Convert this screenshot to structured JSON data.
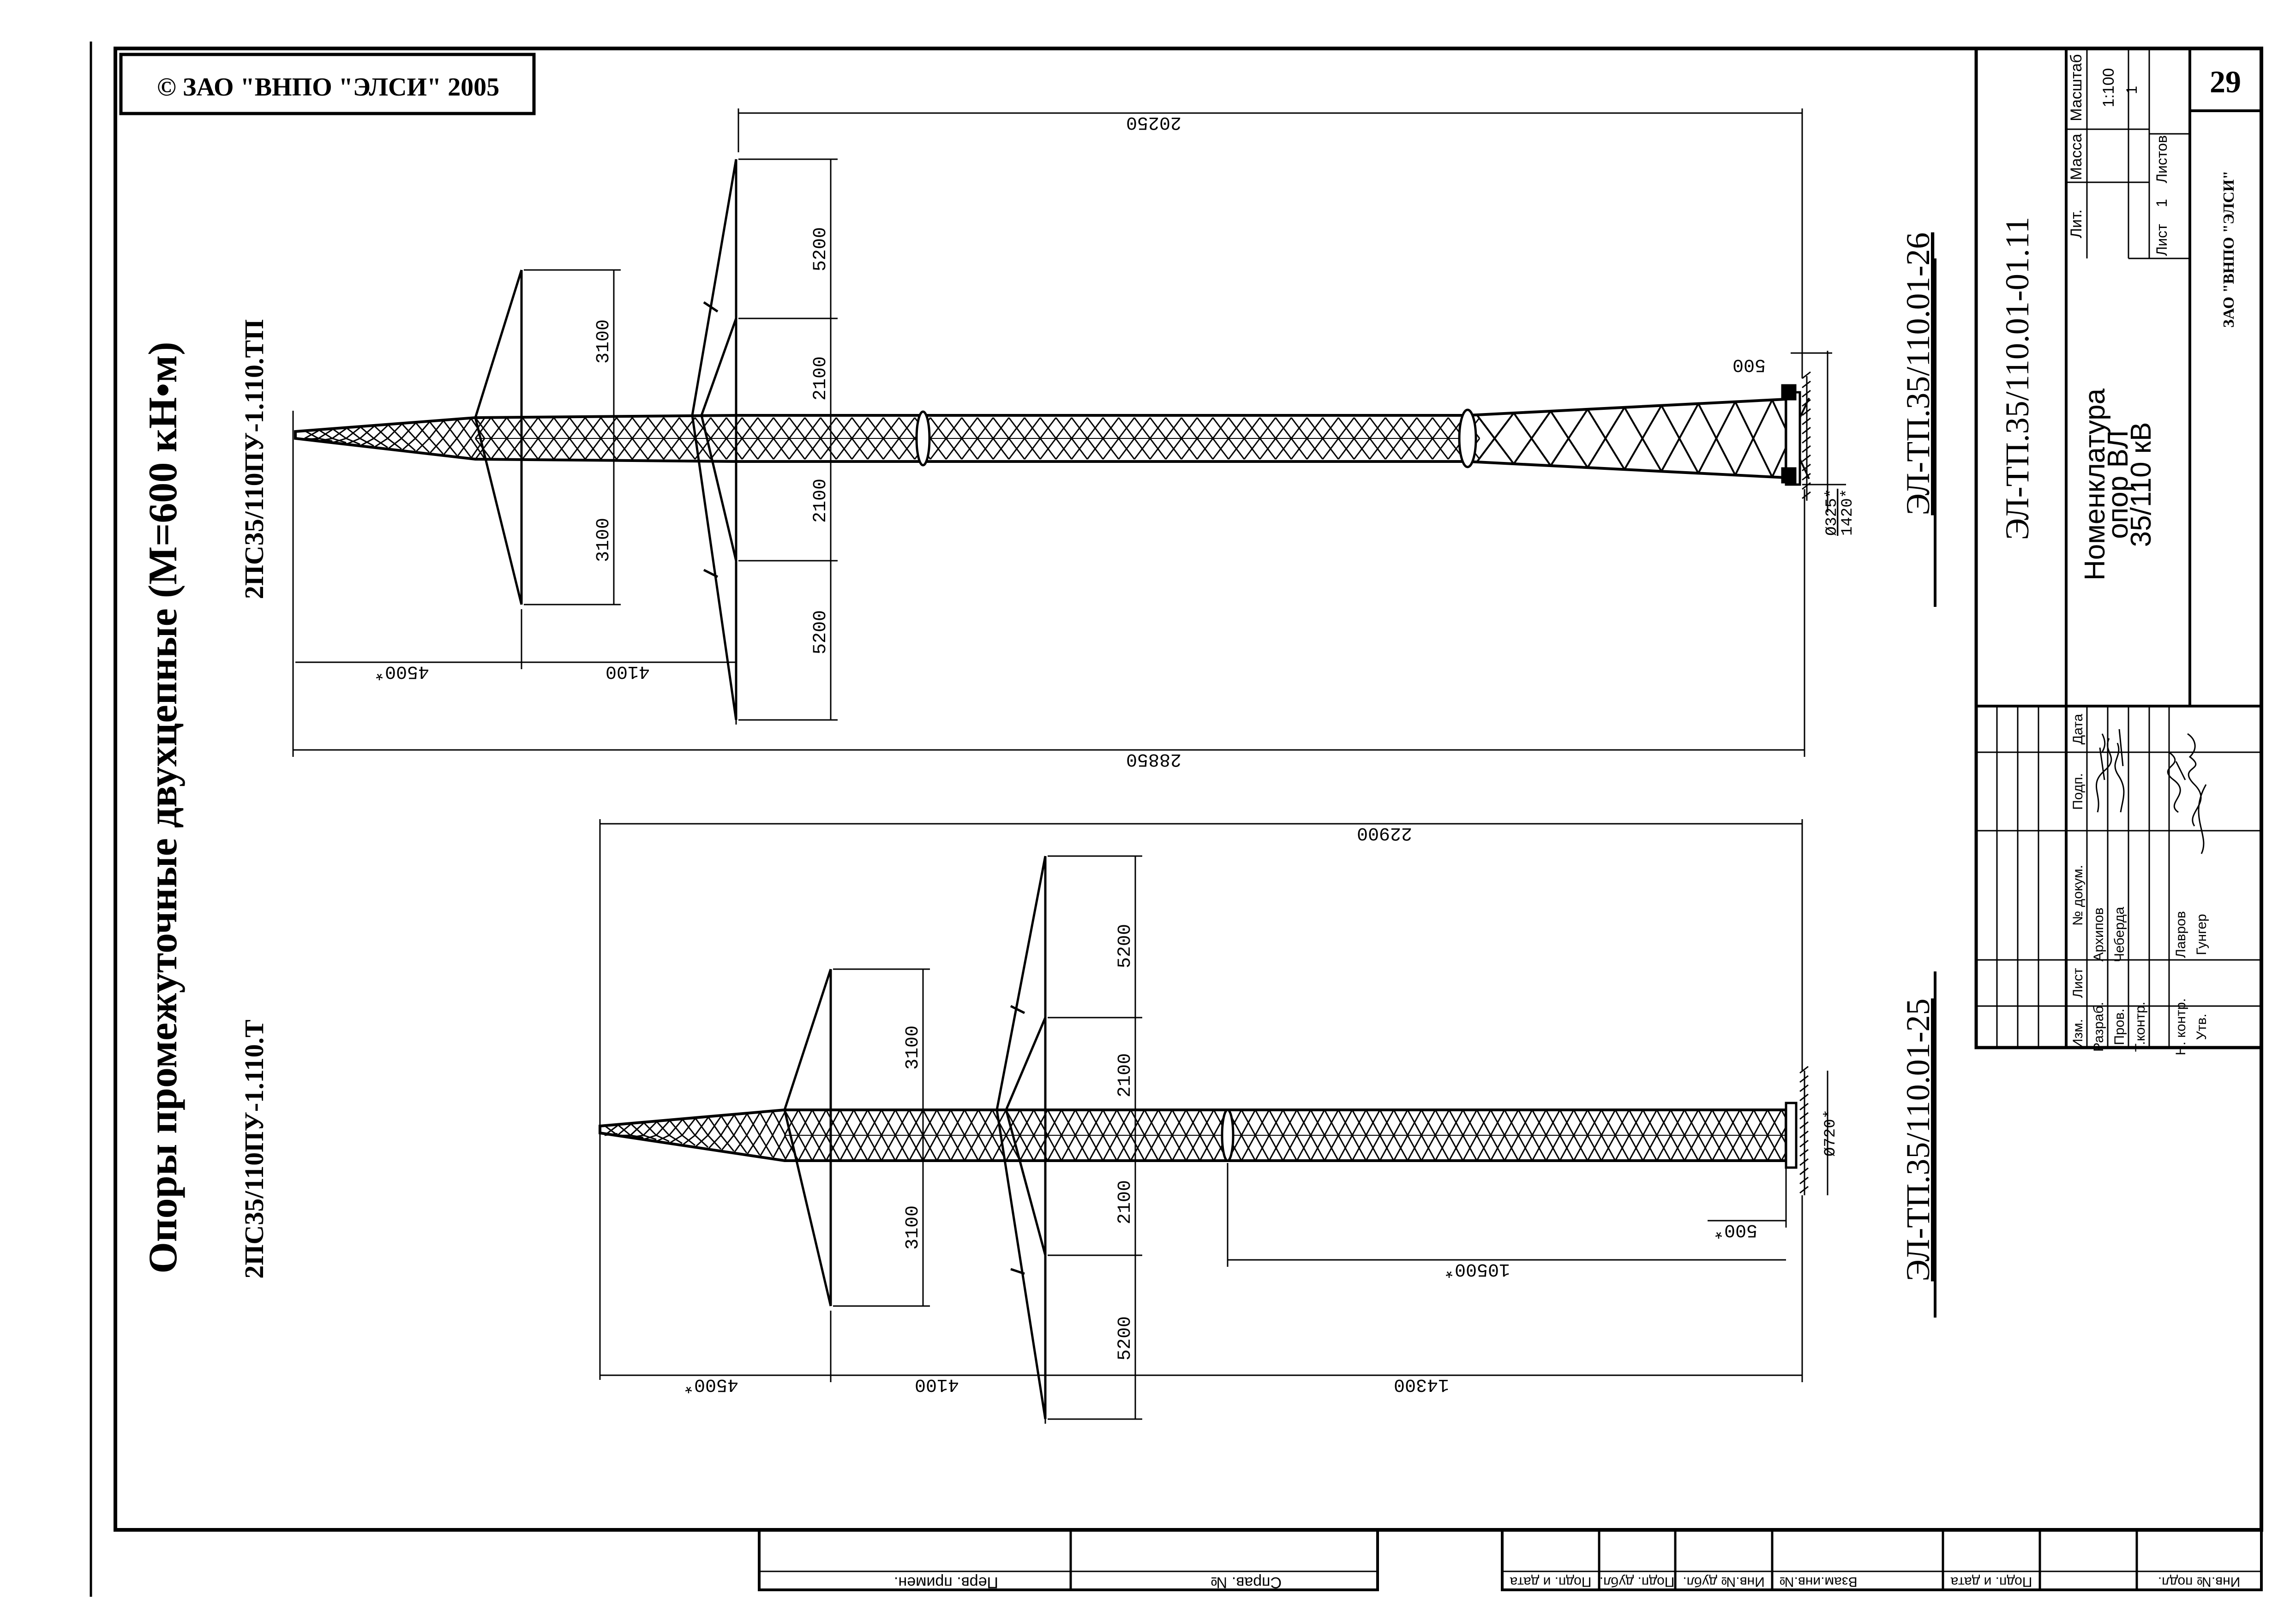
{
  "copyright": "© ЗАО \"ВНПО \"ЭЛСИ\" 2005",
  "title": "Опоры промежуточные двухцепные (М=600 кН•м)",
  "top_tower": {
    "type_name": "2ПС35/110ПУ-1.110.ТП",
    "doc_code": "ЭЛ-ТП.35/110.01-26",
    "dims": {
      "height": "28850",
      "upper_part": "20250",
      "arm_top_a": "3100",
      "arm_top_b": "3100",
      "arm_mid_a": "2100",
      "arm_mid_b": "2100",
      "arm_low_a": "5200",
      "arm_low_b": "5200",
      "top_to_arm1": "4500*",
      "arm1_to_arm2": "4100",
      "base_offset": "500",
      "pile_diam": "Ø325*",
      "base_width": "1420*"
    }
  },
  "bottom_tower": {
    "type_name": "2ПС35/110ПУ-1.110.Т",
    "doc_code": "ЭЛ-ТП.35/110.01-25",
    "dims": {
      "upper_part": "22900",
      "arm_top_a": "3100",
      "arm_top_b": "3100",
      "arm_mid_a": "2100",
      "arm_mid_b": "2100",
      "arm_low_a": "5200",
      "arm_low_b": "5200",
      "lower_section": "10500*",
      "base_offset": "500*",
      "pile_diam": "Ø720*",
      "top_to_arm1": "4500*",
      "arm1_to_arm2": "4100",
      "bottom_total": "14300"
    }
  },
  "title_block": {
    "doc_number": "ЭЛ-ТП.35/110.01-01.11",
    "doc_name_1": "Номенклатура",
    "doc_name_2": "опор ВЛ",
    "doc_name_3": "35/110 кВ",
    "hdr_lit": "Лит.",
    "hdr_mass": "Масса",
    "hdr_scale": "Масштаб",
    "scale": "1:100",
    "sheet_label": "Лист",
    "sheet_value": "1",
    "sheets_label": "Листов",
    "sheets_value": "1",
    "page_number": "29",
    "org": "ЗАО \"ВНПО \"ЭЛСИ\"",
    "col_izm": "Изм.",
    "col_list": "Лист",
    "col_doc": "№ докум.",
    "col_sign": "Подп.",
    "col_date": "Дата",
    "row_razrab": "Разраб.",
    "razrab_name": "Архипов",
    "row_prov": "Пров.",
    "prov_name": "Чеберда",
    "row_tkontr": "Т.контр.",
    "row_nkontr": "Н. контр.",
    "nkontr_name": "Лавров",
    "row_utv": "Утв.",
    "utv_name": "Гунгер"
  },
  "margin_stamp": {
    "perv_primen": "Перв. примен.",
    "sprav_no": "Справ. №",
    "podp_data_1": "Подп. и дата",
    "podp_dubl": "Подп. дубл.",
    "inv_dubl": "Инв.№ дубл.",
    "vzam_inv": "Взам.инв.№",
    "podp_data_2": "Подп. и дата",
    "inv_podl": "Инв.№ подл."
  }
}
